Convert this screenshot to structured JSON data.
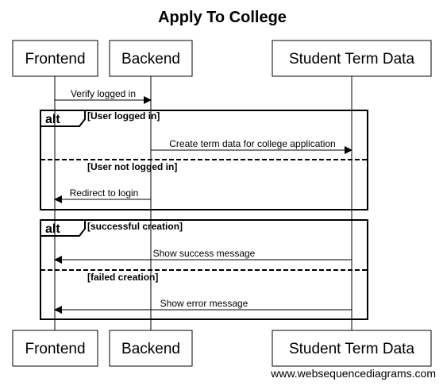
{
  "diagram": {
    "title": "Apply To College",
    "watermark": "www.websequencediagrams.com",
    "participants": [
      {
        "id": "frontend",
        "label": "Frontend"
      },
      {
        "id": "backend",
        "label": "Backend"
      },
      {
        "id": "student_term_data",
        "label": "Student Term Data"
      }
    ],
    "messages": [
      {
        "id": "m1",
        "from": "frontend",
        "to": "backend",
        "label": "Verify logged in"
      },
      {
        "id": "m2",
        "from": "backend",
        "to": "student_term_data",
        "label": "Create term data for college application"
      },
      {
        "id": "m3",
        "from": "backend",
        "to": "frontend",
        "label": "Redirect to login"
      },
      {
        "id": "m4",
        "from": "student_term_data",
        "to": "frontend",
        "label": "Show success message"
      },
      {
        "id": "m5",
        "from": "student_term_data",
        "to": "frontend",
        "label": "Show error message"
      }
    ],
    "fragments": [
      {
        "keyword": "alt",
        "guard": "[User logged in]",
        "else_guard": "[User not logged in]"
      },
      {
        "keyword": "alt",
        "guard": "[successful creation]",
        "else_guard": "[failed creation]"
      }
    ]
  }
}
